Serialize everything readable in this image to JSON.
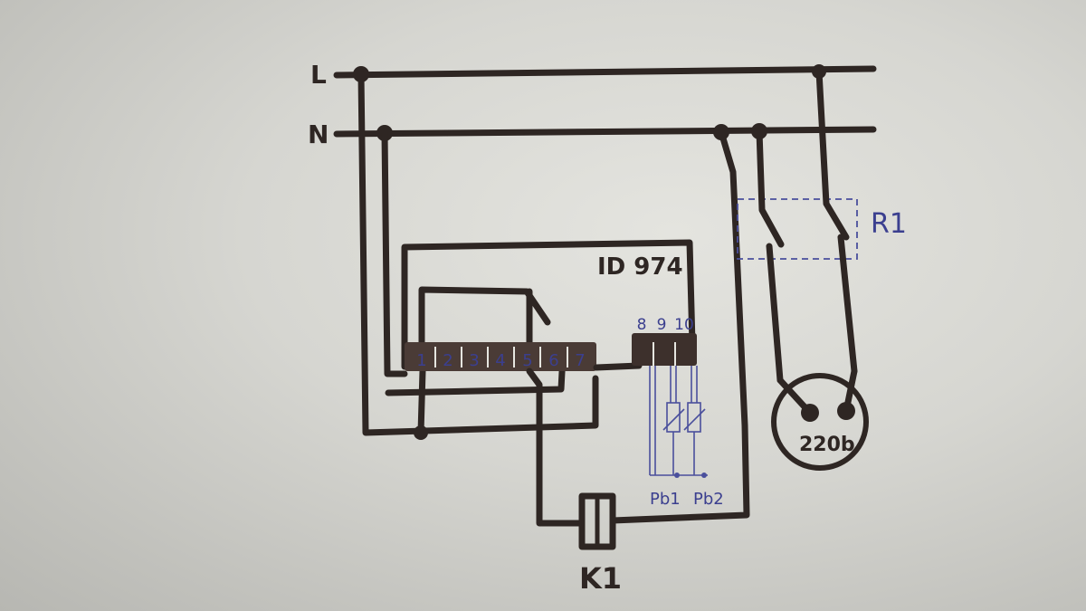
{
  "lines": {
    "live": "L",
    "neutral": "N"
  },
  "controller": {
    "model": "ID 974",
    "terminals": [
      "1",
      "2",
      "3",
      "4",
      "5",
      "6",
      "7"
    ],
    "probe_terminals": [
      "8",
      "9",
      "10"
    ]
  },
  "probes": [
    "Pb1",
    "Pb2"
  ],
  "relay": "R1",
  "socket": "220b",
  "contactor": "K1"
}
